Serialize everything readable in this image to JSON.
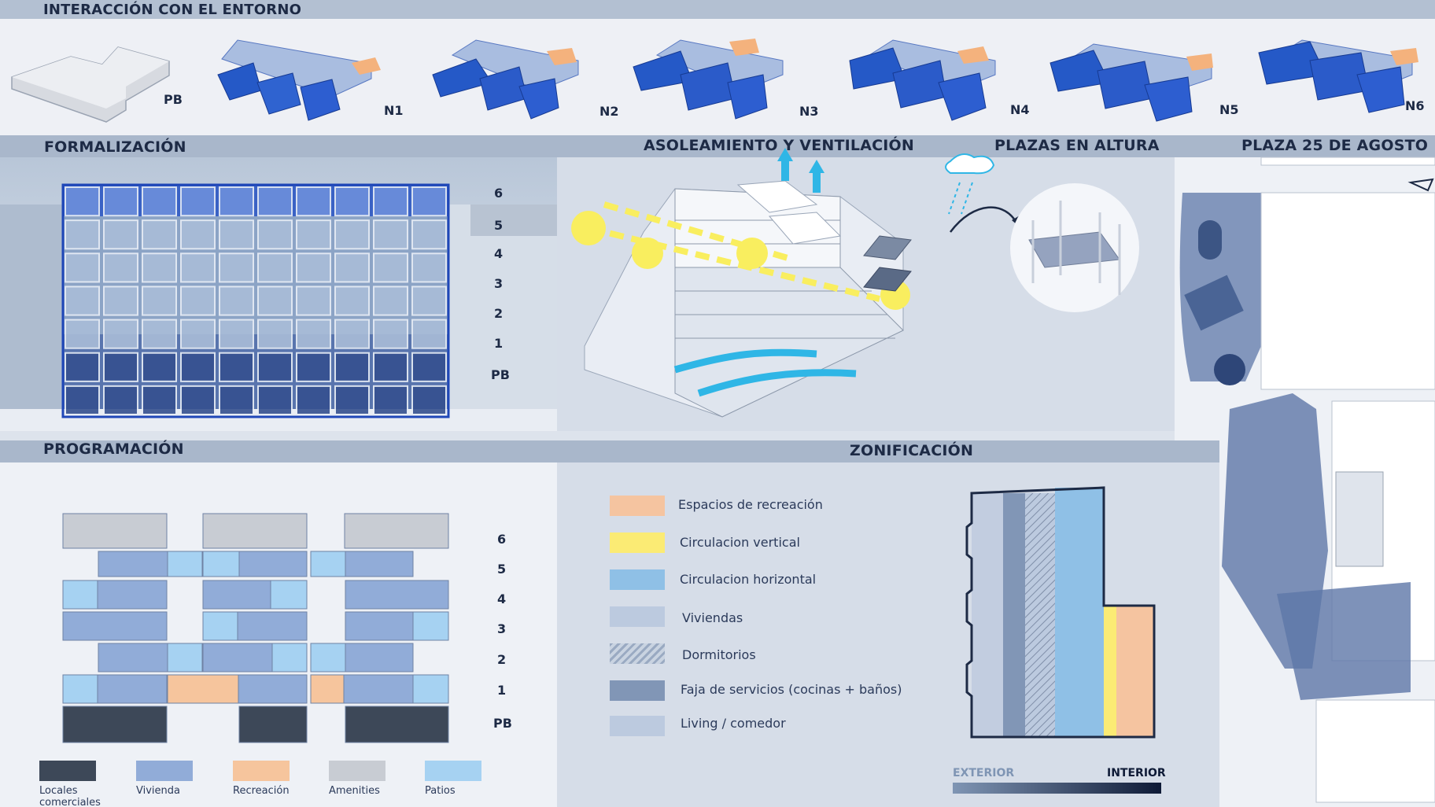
{
  "sections": {
    "interaccion": "INTERACCIÓN CON EL ENTORNO",
    "formalizacion": "FORMALIZACIÓN",
    "asoleamiento": "ASOLEAMIENTO Y VENTILACIÓN",
    "plazas_altura": "PLAZAS EN ALTURA",
    "plaza_25": "PLAZA 25 DE AGOSTO",
    "programacion": "PROGRAMACIÓN",
    "zonificacion": "ZONIFICACIÓN"
  },
  "entorno_levels": [
    "PB",
    "N1",
    "N2",
    "N3",
    "N4",
    "N5",
    "N6"
  ],
  "formalizacion_levels": [
    "6",
    "5",
    "4",
    "3",
    "2",
    "1",
    "PB"
  ],
  "programacion_levels": [
    "6",
    "5",
    "4",
    "3",
    "2",
    "1",
    "PB"
  ],
  "zonificacion_legend": [
    {
      "label": "Espacios de recreación",
      "color": "#f5c4a0"
    },
    {
      "label": "Circulacion vertical",
      "color": "#fbeb74"
    },
    {
      "label": "Circulacion horizontal",
      "color": "#8fc0e6"
    },
    {
      "label": "Viviendas",
      "color": "#bccadf"
    },
    {
      "label": "Dormitorios",
      "color": "hatch"
    },
    {
      "label": "Faja de servicios (cocinas + baños)",
      "color": "#8196b6"
    },
    {
      "label": "Living / comedor",
      "color": "#bccadf"
    }
  ],
  "programacion_legend": [
    {
      "label": "Locales comerciales",
      "color": "#3d4858"
    },
    {
      "label": "Vivienda",
      "color": "#91acd8"
    },
    {
      "label": "Recreación",
      "color": "#f6c59d"
    },
    {
      "label": "Amenities",
      "color": "#c8ccd3"
    },
    {
      "label": "Patios",
      "color": "#a6d2f2"
    }
  ],
  "gradient": {
    "left": "EXTERIOR",
    "right": "INTERIOR",
    "left_color": "#7f95b4",
    "right_color": "#0e1a36"
  },
  "colors": {
    "band": "#a9b7cb",
    "blue_dark": "#1f47b8",
    "blue_mid": "#2f63d0",
    "orange": "#f6b886"
  }
}
